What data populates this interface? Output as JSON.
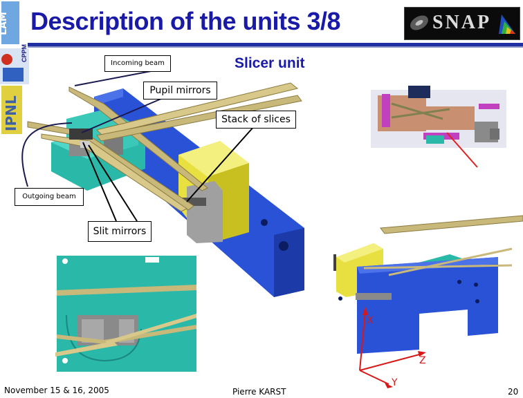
{
  "slide": {
    "title": "Description of the units 3/8",
    "subtitle": "Slicer unit",
    "left_logos": [
      "LAM",
      "CPPM",
      "IPNL"
    ],
    "logo_text": "SNAP"
  },
  "callouts": {
    "incoming_beam": "Incoming beam",
    "pupil_mirrors": "Pupil mirrors",
    "stack_of_slices": "Stack of slices",
    "outgoing_beam": "Outgoing beam",
    "slit_mirrors": "Slit mirrors"
  },
  "axes": {
    "x": "X",
    "z": "Z",
    "y": "Y"
  },
  "footer": {
    "date": "November 15 & 16, 2005",
    "author": "Pierre KARST",
    "page": "20"
  },
  "colors": {
    "title": "#1a1aa8",
    "block_blue": "#2a52d6",
    "block_yellow": "#e8e040",
    "block_teal": "#2ab8a8",
    "beam": "#c8b87a",
    "axis_red": "#d81818"
  }
}
